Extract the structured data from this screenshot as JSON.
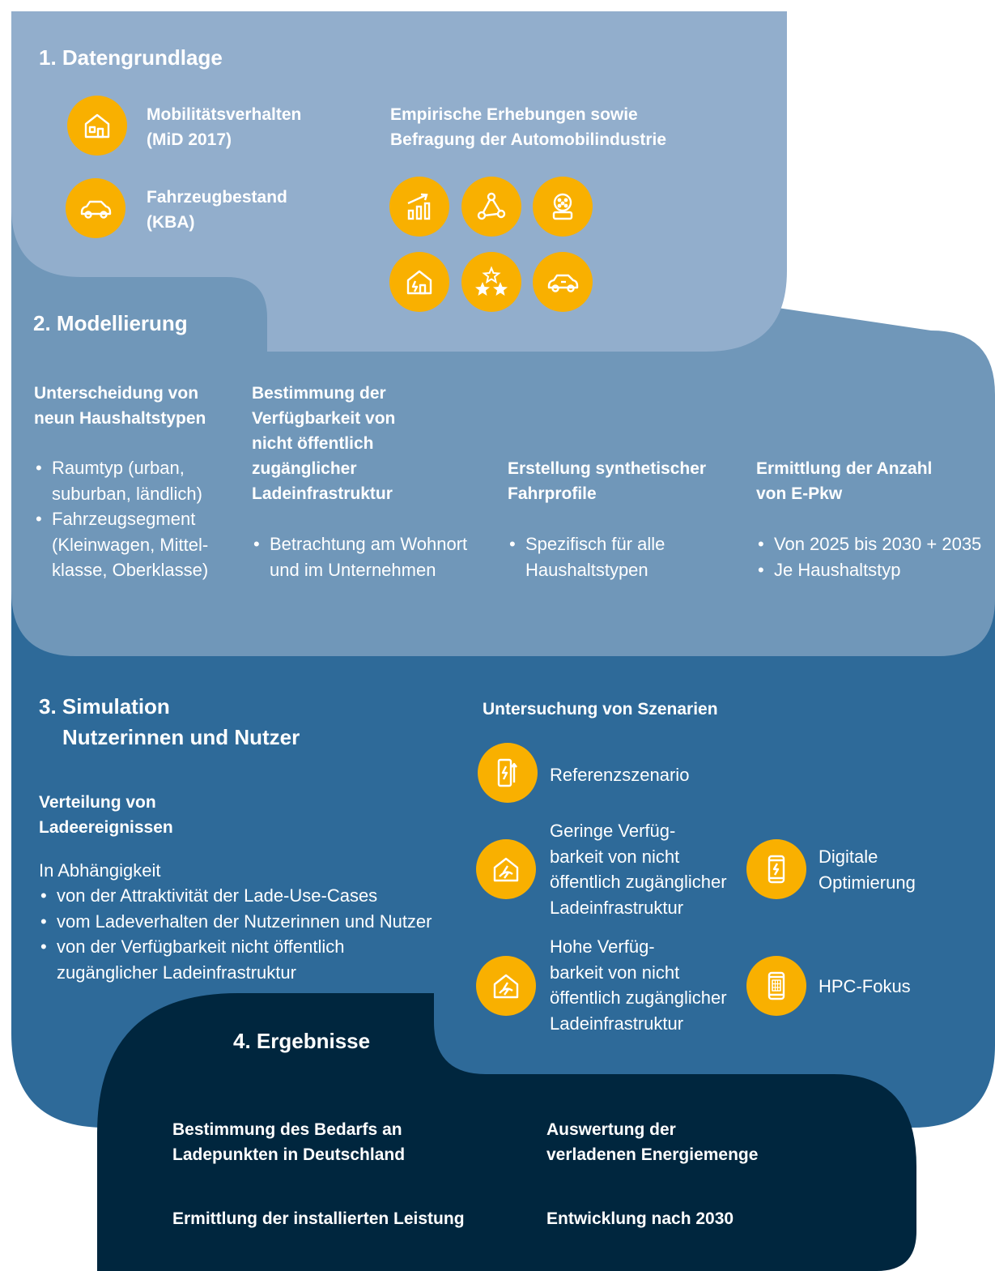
{
  "colors": {
    "section1": "#92aecc",
    "section2": "#7097b9",
    "section3": "#2e6a99",
    "section4": "#00263e",
    "icon": "#f9b000",
    "text": "#ffffff"
  },
  "section1": {
    "title": "1. Datengrundlage",
    "left": [
      {
        "icon": "house-icon",
        "line1": "Mobilitätsverhalten",
        "line2": "(MiD 2017)"
      },
      {
        "icon": "car-icon",
        "line1": "Fahrzeugbestand",
        "line2": "(KBA)"
      }
    ],
    "right_heading_line1": "Empirische Erhebungen sowie",
    "right_heading_line2": "Befragung der Automobilindustrie",
    "icons": [
      "growth-chart-icon",
      "network-icon",
      "charging-plug-icon",
      "house-charging-icon",
      "stars-icon",
      "electric-car-icon"
    ]
  },
  "section2": {
    "title": "2. Modellierung",
    "columns": [
      {
        "heading": [
          "Unterscheidung von",
          "neun Haushaltstypen"
        ],
        "bullets": [
          [
            "Raumtyp (urban,",
            "suburban, ländlich)"
          ],
          [
            "Fahrzeugsegment",
            "(Kleinwagen, Mittel-",
            "klasse, Oberklasse)"
          ]
        ]
      },
      {
        "heading": [
          "Bestimmung der",
          "Verfügbarkeit von",
          "nicht öffentlich",
          "zugänglicher",
          "Ladeinfrastruktur"
        ],
        "bullets": [
          [
            "Betrachtung am Wohnort",
            "und im Unternehmen"
          ]
        ]
      },
      {
        "heading": [
          "Erstellung synthetischer",
          "Fahrprofile"
        ],
        "bullets": [
          [
            "Spezifisch für alle",
            "Haushaltstypen"
          ]
        ]
      },
      {
        "heading": [
          "Ermittlung der Anzahl",
          "von E-Pkw"
        ],
        "bullets": [
          [
            "Von 2025 bis 2030 + 2035"
          ],
          [
            "Je Haushaltstyp"
          ]
        ]
      }
    ]
  },
  "section3": {
    "title_line1": "3. Simulation",
    "title_line2": "Nutzerinnen und Nutzer",
    "sub_heading_line1": "Verteilung von",
    "sub_heading_line2": "Ladeereignissen",
    "intro": "In Abhängigkeit",
    "bullets": [
      [
        "von der Attraktivität der Lade-Use-Cases"
      ],
      [
        "vom Ladeverhalten der Nutzerinnen und Nutzer"
      ],
      [
        "von der Verfügbarkeit nicht öffentlich",
        "zugänglicher Ladeinfrastruktur"
      ]
    ],
    "scenarios_heading": "Untersuchung von Szenarien",
    "scenarios": {
      "reference": {
        "icon": "charging-station-icon",
        "label": "Referenzszenario"
      },
      "low": {
        "icon": "house-charging-icon",
        "lines": [
          "Geringe Verfüg-",
          "barkeit von nicht",
          "öffentlich zugänglicher",
          "Ladeinfrastruktur"
        ]
      },
      "high": {
        "icon": "house-charging-icon",
        "lines": [
          "Hohe Verfüg-",
          "barkeit von nicht",
          "öffentlich zugänglicher",
          "Ladeinfrastruktur"
        ]
      },
      "digital": {
        "icon": "smartphone-charging-icon",
        "lines": [
          "Digitale",
          "Optimierung"
        ]
      },
      "hpc": {
        "icon": "smartphone-grid-icon",
        "label": "HPC-Fokus"
      }
    }
  },
  "section4": {
    "title": "4. Ergebnisse",
    "items": [
      [
        "Bestimmung des Bedarfs an",
        "Ladepunkten in Deutschland"
      ],
      [
        "Auswertung der",
        "verladenen Energiemenge"
      ],
      [
        "Ermittlung der installierten Leistung"
      ],
      [
        "Entwicklung nach 2030"
      ]
    ]
  }
}
